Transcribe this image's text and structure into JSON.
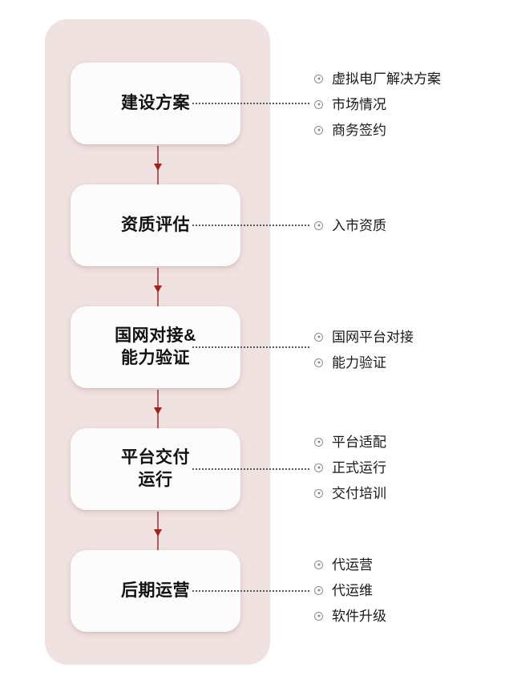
{
  "diagram": {
    "title_present": false,
    "colors": {
      "panel_background": "#f1e2e2",
      "box_background": "#fdfcfc",
      "arrow_line": "#b35c5c",
      "arrow_head": "#a32020",
      "leader_line": "#5a5a5a",
      "bullet_mark": "#8d8d8d",
      "text": "#111111",
      "page_background": "#ffffff"
    },
    "stages": [
      {
        "id": "stage-1",
        "label": "建设方案",
        "bullet_icon": "ring-dot-bullet-icon",
        "bullets": [
          "虚拟电厂解决方案",
          "市场情况",
          "商务签约"
        ]
      },
      {
        "id": "stage-2",
        "label": "资质评估",
        "bullet_icon": "ring-dot-bullet-icon",
        "bullets": [
          "入市资质"
        ]
      },
      {
        "id": "stage-3",
        "label": "国网对接&\n能力验证",
        "bullet_icon": "ring-dot-bullet-icon",
        "bullets": [
          "国网平台对接",
          "能力验证"
        ]
      },
      {
        "id": "stage-4",
        "label": "平台交付\n运行",
        "bullet_icon": "ring-dot-bullet-icon",
        "bullets": [
          "平台适配",
          "正式运行",
          "交付培训"
        ]
      },
      {
        "id": "stage-5",
        "label": "后期运营",
        "bullet_icon": "ring-dot-bullet-icon",
        "bullets": [
          "代运营",
          "代运维",
          "软件升级"
        ]
      }
    ],
    "connectors": {
      "vertical_arrow_icon": "down-arrow-icon",
      "leader_icon": "dotted-leader-icon",
      "count": 4
    }
  }
}
